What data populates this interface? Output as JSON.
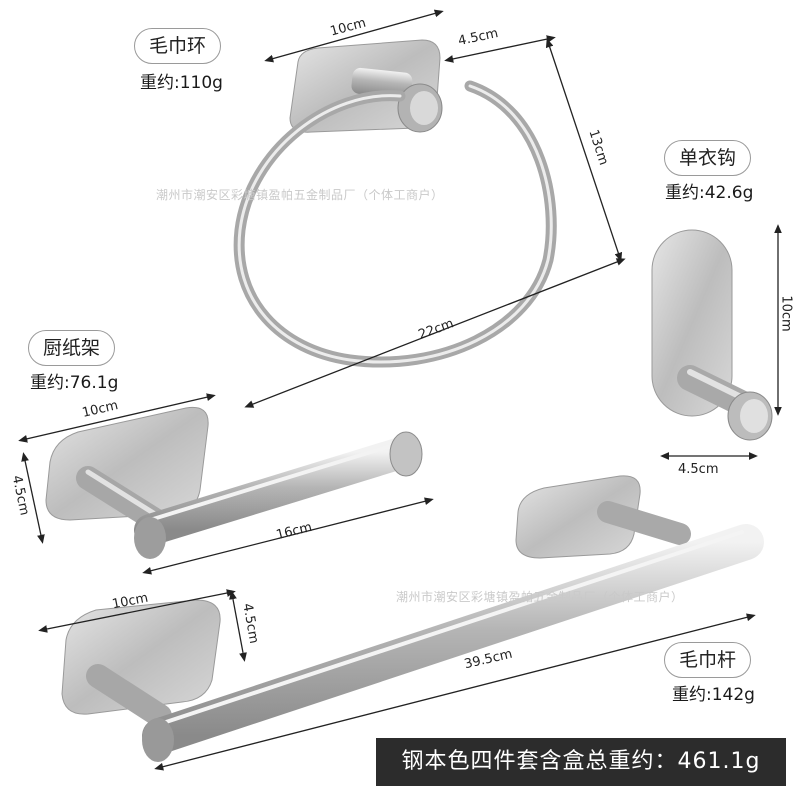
{
  "products": [
    {
      "name": "毛巾环",
      "weight": "重约:110g"
    },
    {
      "name": "单衣钩",
      "weight": "重约:42.6g"
    },
    {
      "name": "厨纸架",
      "weight": "重约:76.1g"
    },
    {
      "name": "毛巾杆",
      "weight": "重约:142g"
    }
  ],
  "dimensions": {
    "ring_plate_width": "10cm",
    "ring_depth": "4.5cm",
    "ring_height": "13cm",
    "ring_width": "22cm",
    "hook_height": "10cm",
    "hook_depth": "4.5cm",
    "paper_plate_width": "10cm",
    "paper_depth": "4.5cm",
    "paper_length": "16cm",
    "towel_bar_plate_width": "10cm",
    "towel_bar_depth": "4.5cm",
    "towel_bar_length": "39.5cm"
  },
  "watermark": "潮州市潮安区彩塘镇盈帕五金制品厂（个体工商户）",
  "total_weight": "钢本色四件套含盒总重约：461.1g",
  "colors": {
    "steel": "#c9c9c9",
    "steel_dark": "#8c8c8c",
    "banner": "#2c2c2c"
  }
}
